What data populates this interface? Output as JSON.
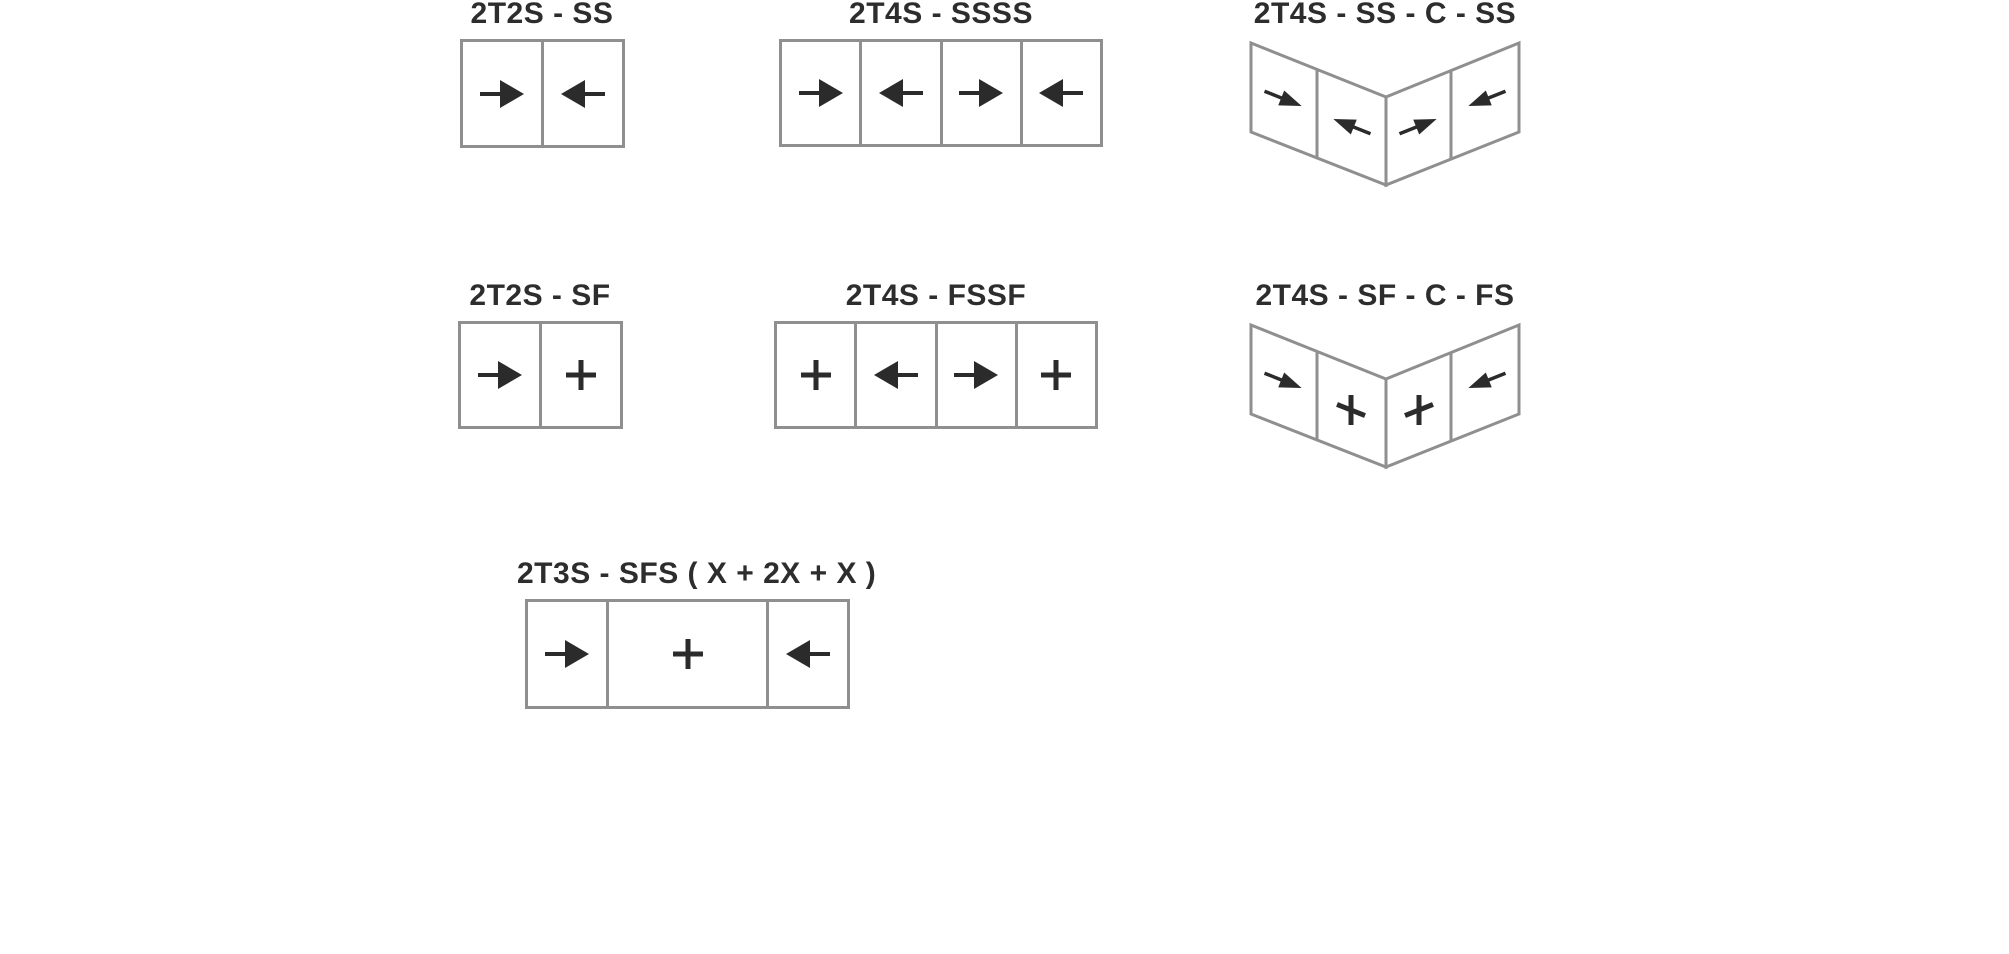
{
  "colors": {
    "border": "#8f8f8f",
    "ink": "#2d2d2d",
    "background": "#ffffff"
  },
  "legend_codes": {
    "slide_right": "arrow pointing right",
    "slide_left": "arrow pointing left",
    "fixed": "plus sign"
  },
  "diagrams": [
    {
      "id": "2t2s-ss",
      "title": "2T2S - SS",
      "type": "linear",
      "panels": [
        "slide-right",
        "slide-left"
      ]
    },
    {
      "id": "2t4s-ssss",
      "title": "2T4S - SSSS",
      "type": "linear",
      "panels": [
        "slide-right",
        "slide-left",
        "slide-right",
        "slide-left"
      ]
    },
    {
      "id": "2t4s-ss-c-ss",
      "title": "2T4S - SS - C - SS",
      "type": "corner",
      "panels": [
        "slide-toward-corner",
        "slide-out-left",
        "slide-out-right",
        "slide-toward-corner"
      ]
    },
    {
      "id": "2t2s-sf",
      "title": "2T2S - SF",
      "type": "linear",
      "panels": [
        "slide-right",
        "fixed"
      ]
    },
    {
      "id": "2t4s-fssf",
      "title": "2T4S - FSSF",
      "type": "linear",
      "panels": [
        "fixed",
        "slide-left",
        "slide-right",
        "fixed"
      ]
    },
    {
      "id": "2t4s-sf-c-fs",
      "title": "2T4S - SF - C - FS",
      "type": "corner",
      "panels": [
        "slide-toward-corner",
        "fixed",
        "fixed",
        "slide-toward-corner"
      ]
    },
    {
      "id": "2t3s-sfs",
      "title": "2T3S - SFS ( X + 2X + X )",
      "type": "linear",
      "panels": [
        "slide-right",
        "fixed",
        "slide-left"
      ],
      "panel_widths": [
        "X",
        "2X",
        "X"
      ]
    }
  ]
}
